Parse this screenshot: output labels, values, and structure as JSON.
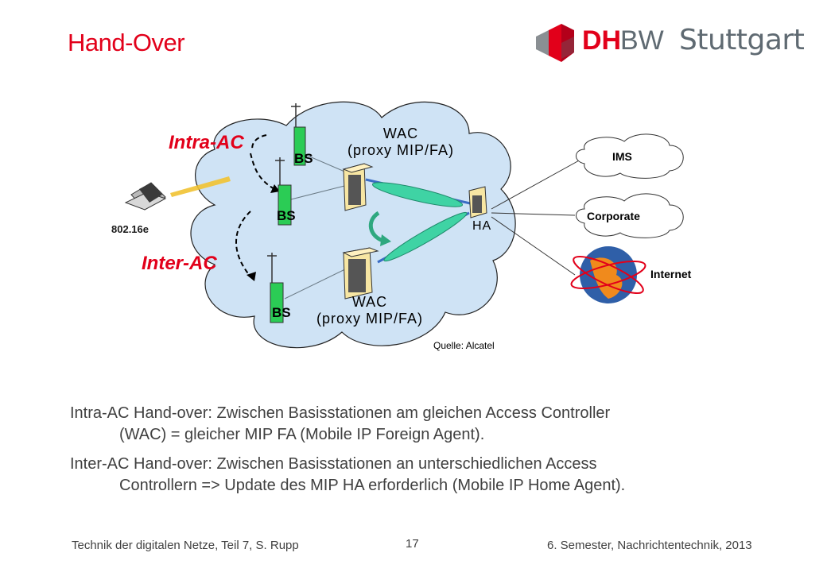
{
  "header": {
    "title": "Hand-Over",
    "logo_dh": "DH",
    "logo_bw": "BW",
    "logo_city": "Stuttgart"
  },
  "diagram": {
    "intra_ac": "Intra-AC",
    "inter_ac": "Inter-AC",
    "wac_top_line1": "WAC",
    "wac_top_line2": "(proxy MIP/FA)",
    "wac_bottom_line1": "WAC",
    "wac_bottom_line2": "(proxy MIP/FA)",
    "bs_labels": [
      "BS",
      "BS",
      "BS"
    ],
    "ha": "HA",
    "laptop_label": "802.16e",
    "ims": "IMS",
    "corporate": "Corporate",
    "internet": "Internet",
    "source": "Quelle: Alcatel"
  },
  "body": {
    "p1_line1": "Intra-AC Hand-over: Zwischen Basisstationen am gleichen Access Controller",
    "p1_line2": "(WAC) = gleicher MIP FA (Mobile IP Foreign Agent).",
    "p2_line1": "Inter-AC Hand-over: Zwischen Basisstationen an unterschiedlichen Access",
    "p2_line2": "Controllern => Update des MIP HA erforderlich (Mobile IP Home Agent)."
  },
  "footer": {
    "left": "Technik der digitalen Netze, Teil 7, S. Rupp",
    "page": "17",
    "right": "6. Semester, Nachrichtentechnik, 2013"
  },
  "colors": {
    "brand_red": "#e2001a",
    "cloud_fill": "#cfe3f5",
    "green": "#2bcc55",
    "tunnel": "#3fd3a4",
    "logo_grey": "#5f6a72"
  }
}
